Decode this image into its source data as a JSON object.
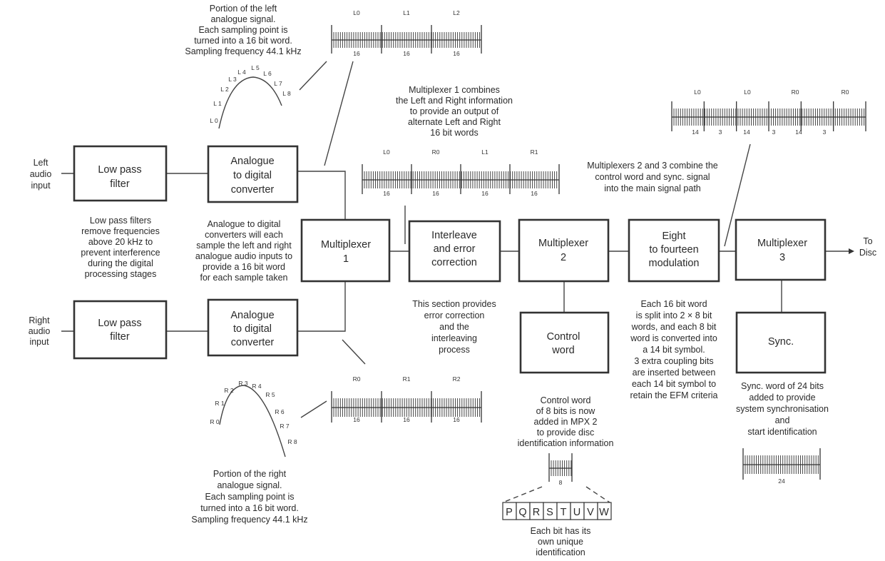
{
  "inputs": {
    "left": [
      "Left",
      "audio",
      "input"
    ],
    "right": [
      "Right",
      "audio",
      "input"
    ],
    "output": [
      "To",
      "Disc"
    ]
  },
  "boxes": {
    "lpf_left": [
      "Low pass",
      "filter"
    ],
    "lpf_right": [
      "Low pass",
      "filter"
    ],
    "adc_left": [
      "Analogue",
      "to digital",
      "converter"
    ],
    "adc_right": [
      "Analogue",
      "to digital",
      "converter"
    ],
    "mux1": [
      "Multiplexer",
      "1"
    ],
    "interleave": [
      "Interleave",
      "and error",
      "correction"
    ],
    "mux2": [
      "Multiplexer",
      "2"
    ],
    "efm": [
      "Eight",
      "to fourteen",
      "modulation"
    ],
    "mux3": [
      "Multiplexer",
      "3"
    ],
    "control": [
      "Control",
      "word"
    ],
    "sync": [
      "Sync."
    ]
  },
  "notes": {
    "left_signal": [
      "Portion of the left",
      "analogue signal.",
      "Each sampling point is",
      "turned into a 16 bit word.",
      "Sampling frequency 44.1 kHz"
    ],
    "right_signal": [
      "Portion of the right",
      "analogue signal.",
      "Each sampling point is",
      "turned into a 16 bit word.",
      "Sampling frequency 44.1 kHz"
    ],
    "mux1": [
      "Multiplexer 1 combines",
      "the Left and Right information",
      "to provide an output of",
      "alternate Left and Right",
      "16 bit words"
    ],
    "mux23": [
      "Multiplexers 2 and 3 combine the",
      "control word and sync. signal",
      "into the main signal path"
    ],
    "lpf": [
      "Low pass filters",
      "remove frequencies",
      "above 20 kHz to",
      "prevent interference",
      "during the digital",
      "processing stages"
    ],
    "adc": [
      "Analogue to digital",
      "converters will each",
      "sample the left and right",
      "analogue audio inputs to",
      "provide a 16 bit word",
      "for each sample taken"
    ],
    "interleave": [
      "This section provides",
      "error correction",
      "and the",
      "interleaving",
      "process"
    ],
    "efm": [
      "Each 16 bit word",
      "is split into 2 × 8 bit",
      "words, and each 8 bit",
      "word is converted into",
      "a 14 bit symbol.",
      "3 extra coupling bits",
      "are inserted between",
      "each 14 bit symbol to",
      "retain the EFM criteria"
    ],
    "sync": [
      "Sync. word of 24 bits",
      "added to provide",
      "system synchronisation",
      "and",
      "start identification"
    ],
    "control": [
      "Control word",
      "of 8 bits is now",
      "added in MPX 2",
      "to provide disc",
      "identification information"
    ],
    "bits": [
      "Each bit has its",
      "own unique",
      "identification"
    ]
  },
  "words": {
    "left": {
      "top": [
        "L0",
        "L1",
        "L2"
      ],
      "bottom": [
        "16",
        "16",
        "16"
      ]
    },
    "right": {
      "top": [
        "R0",
        "R1",
        "R2"
      ],
      "bottom": [
        "16",
        "16",
        "16"
      ]
    },
    "mux1": {
      "top": [
        "L0",
        "R0",
        "L1",
        "R1"
      ],
      "bottom": [
        "16",
        "16",
        "16",
        "16"
      ]
    },
    "efm": {
      "top": [
        "L0",
        "L0",
        "R0",
        "R0"
      ],
      "bottom": [
        "14",
        "3",
        "14",
        "3",
        "14",
        "3"
      ]
    },
    "control": {
      "bottom": "8"
    },
    "sync": {
      "bottom": "24"
    }
  },
  "samples": {
    "left": [
      "L 0",
      "L 1",
      "L 2",
      "L 3",
      "L 4",
      "L 5",
      "L 6",
      "L 7",
      "L 8"
    ],
    "right": [
      "R 0",
      "R 1",
      "R 2",
      "R 3",
      "R 4",
      "R 5",
      "R 6",
      "R 7",
      "R 8"
    ]
  },
  "control_bits": [
    "P",
    "Q",
    "R",
    "S",
    "T",
    "U",
    "V",
    "W"
  ],
  "colors": {
    "line": "#333333",
    "text": "#2a2a2a",
    "background": "#ffffff"
  }
}
